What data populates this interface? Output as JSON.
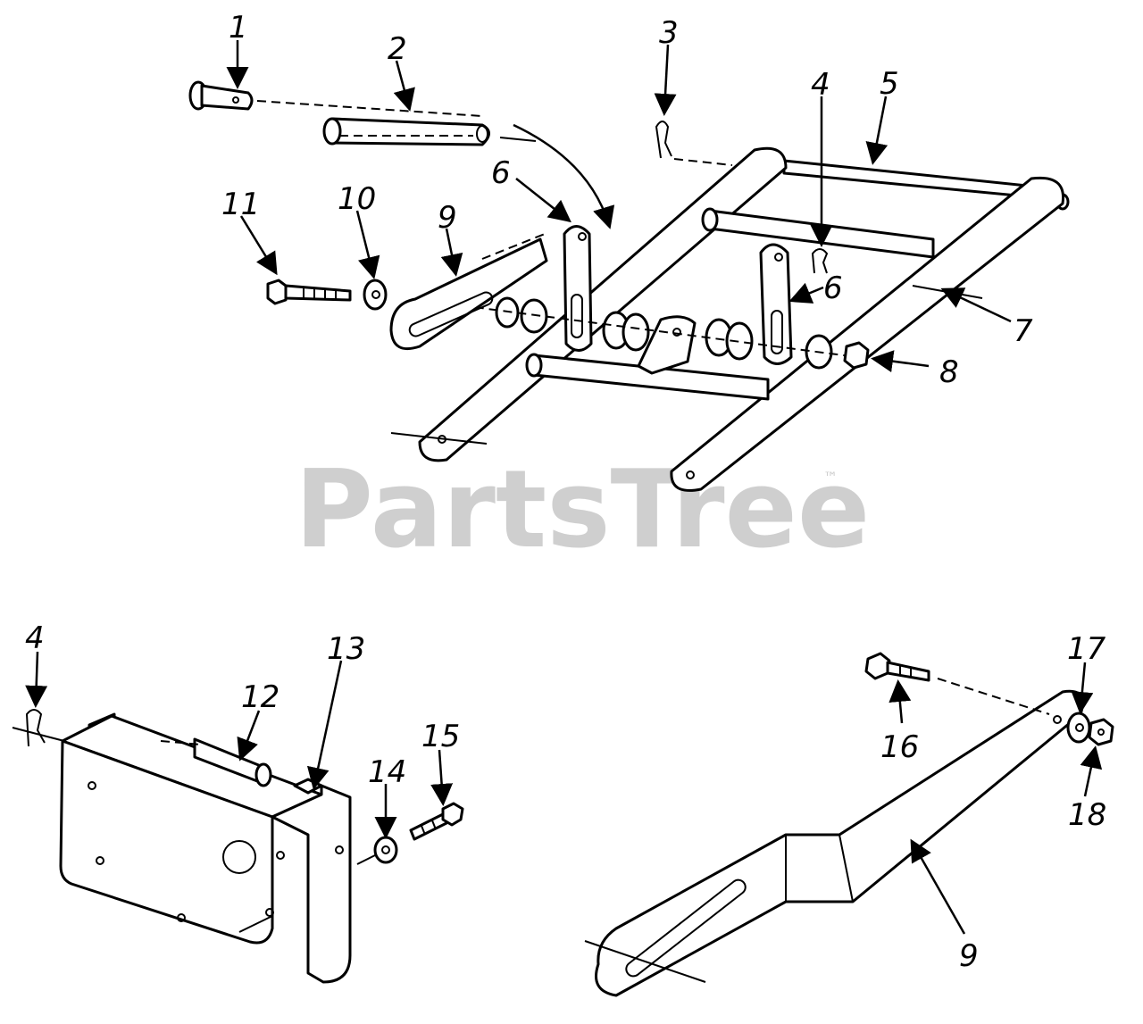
{
  "watermark": {
    "text": "PartsTree",
    "trademark": "™"
  },
  "callouts": {
    "c1": "1",
    "c2": "2",
    "c3": "3",
    "c4a": "4",
    "c5": "5",
    "c6a": "6",
    "c6b": "6",
    "c7": "7",
    "c8": "8",
    "c9a": "9",
    "c10": "10",
    "c11": "11",
    "c4b": "4",
    "c12": "12",
    "c13": "13",
    "c14": "14",
    "c15": "15",
    "c16": "16",
    "c17": "17",
    "c18": "18",
    "c9b": "9"
  }
}
